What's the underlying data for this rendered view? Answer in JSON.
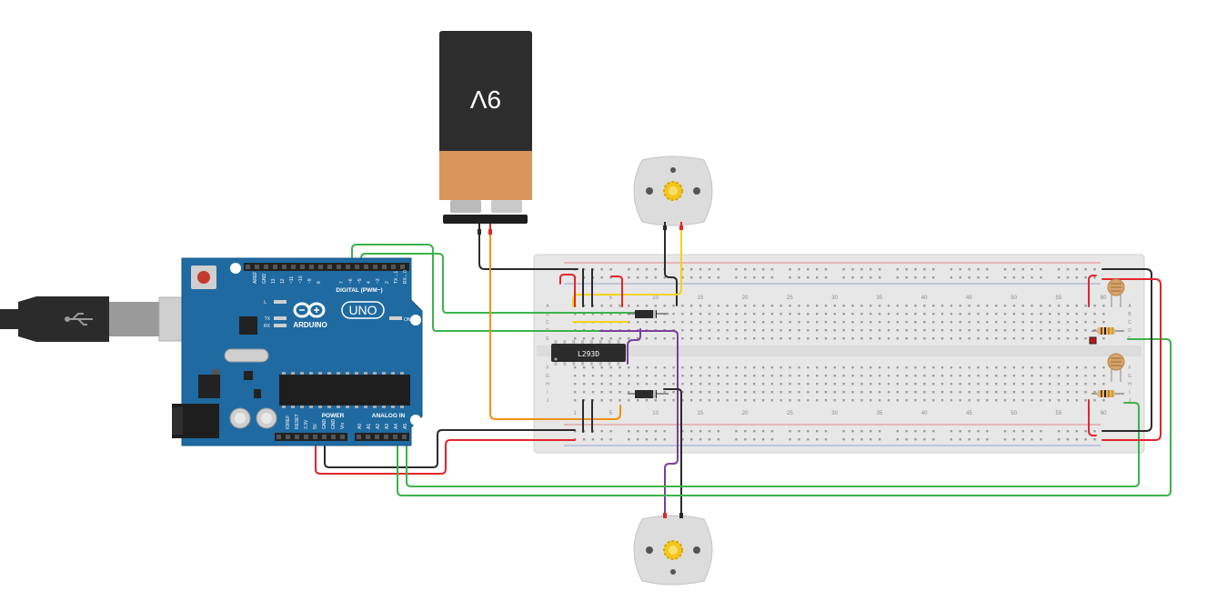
{
  "battery": {
    "label": "9V"
  },
  "arduino": {
    "brand": "ARDUINO",
    "model": "UNO",
    "digital_label": "DIGITAL (PWM~)",
    "power_label": "POWER",
    "analog_label": "ANALOG IN",
    "on_label": "ON",
    "led_labels": [
      "L",
      "TX",
      "RX"
    ],
    "top_pin_labels": [
      "AREF",
      "GND",
      "13",
      "12",
      "~11",
      "~10",
      "~9",
      "8",
      "7",
      "~6",
      "~5",
      "4",
      "~3",
      "2",
      "TX→1",
      "RX←0"
    ],
    "power_pin_labels": [
      "IOREF",
      "RESET",
      "3.3V",
      "5V",
      "GND",
      "GND",
      "Vin"
    ],
    "analog_pin_labels": [
      "A0",
      "A1",
      "A2",
      "A3",
      "A4",
      "A5"
    ]
  },
  "chip": {
    "label": "L293D"
  },
  "breadboard": {
    "column_numbers": [
      "1",
      "5",
      "10",
      "15",
      "20",
      "25",
      "30",
      "35",
      "40",
      "45",
      "50",
      "55",
      "60"
    ],
    "row_letters_top": [
      "A",
      "B",
      "C",
      "D",
      "E"
    ],
    "row_letters_bottom": [
      "F",
      "G",
      "H",
      "I",
      "J"
    ]
  },
  "colors": {
    "arduino_blue": "#1f6aa1",
    "breadboard": "#e6e6e6",
    "wire_green": "#3cb44b",
    "wire_red": "#e3262b",
    "wire_black": "#2b2b2b",
    "wire_orange": "#f29111",
    "wire_yellow": "#f4d21b",
    "wire_purple": "#7b3f9a",
    "battery_body": "#2d2d2d",
    "battery_label": "#d9955b"
  }
}
